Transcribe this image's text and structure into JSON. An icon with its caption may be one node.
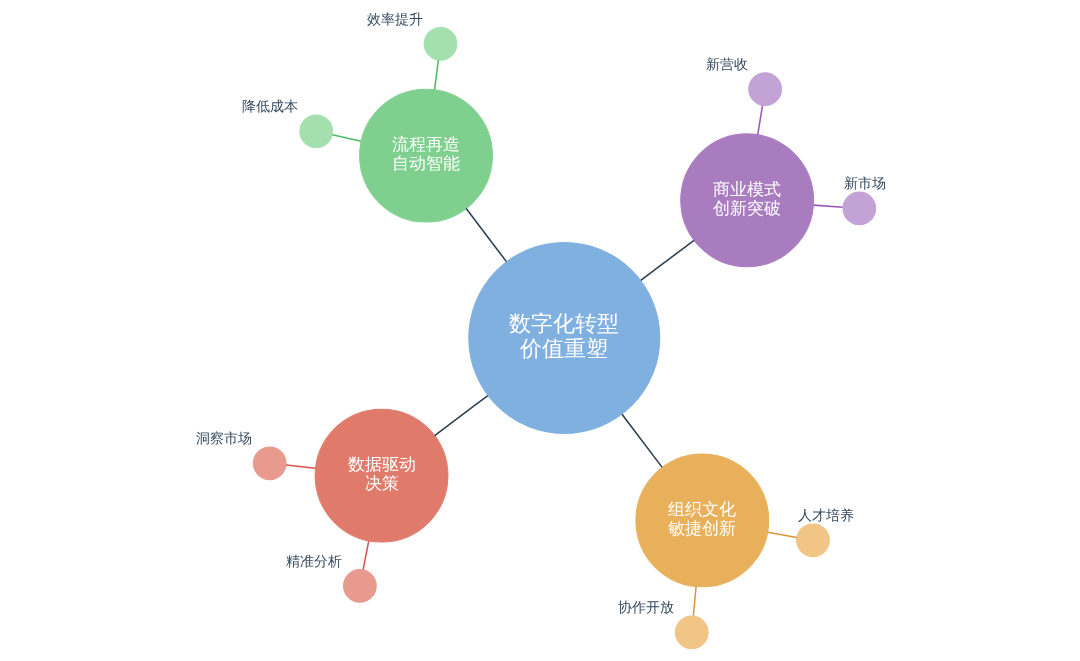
{
  "diagram": {
    "nodes": [
      {
        "text": [
          "数据驱动",
          "决策"
        ]
      },
      {
        "text": [
          "组织文化",
          "敏捷创新"
        ]
      },
      {
        "text": [
          "数字化转型",
          "价值重塑"
        ]
      },
      {
        "text": [
          "流程再造",
          "自动智能"
        ]
      },
      {
        "text": [
          "商业模式",
          "创新突破"
        ]
      },
      {
        "text": [],
        "shape": "circle",
        "beside": [
          "洞察市场"
        ]
      },
      {
        "text": [],
        "shape": "circle",
        "beside": [
          "精准分析"
        ]
      },
      {
        "text": [],
        "shape": "circle",
        "beside": [
          "人才培养"
        ]
      },
      {
        "text": [],
        "shape": "circle",
        "beside": [
          "协作开放"
        ]
      },
      {
        "text": [],
        "shape": "circle",
        "beside": [
          "效率提升"
        ]
      },
      {
        "text": [],
        "shape": "circle",
        "beside": [
          "降低成本"
        ]
      },
      {
        "text": [],
        "shape": "circle",
        "beside": [
          "新营收"
        ]
      },
      {
        "text": [],
        "shape": "circle",
        "beside": [
          "新市场"
        ]
      }
    ],
    "edges": [
      {
        "from": 2,
        "to": 0,
        "arrow": "none",
        "color": "#2c3e50"
      },
      {
        "from": 2,
        "to": 1,
        "arrow": "none",
        "color": "#2c3e50"
      },
      {
        "from": 2,
        "to": 3,
        "arrow": "none",
        "color": "#2c3e50"
      },
      {
        "from": 2,
        "to": 4,
        "arrow": "none",
        "color": "#2c3e50"
      },
      {
        "from": 0,
        "to": 5,
        "arrow": "none",
        "color": "#d9534f"
      },
      {
        "from": 0,
        "to": 6,
        "arrow": "none",
        "color": "#d9534f"
      },
      {
        "from": 1,
        "to": 7,
        "arrow": "none",
        "color": "#e0953a"
      },
      {
        "from": 1,
        "to": 8,
        "arrow": "none",
        "color": "#e0953a"
      },
      {
        "from": 3,
        "to": 9,
        "arrow": "none",
        "color": "#4cbb64"
      },
      {
        "from": 3,
        "to": 10,
        "arrow": "none",
        "color": "#4cbb64"
      },
      {
        "from": 4,
        "to": 11,
        "arrow": "none",
        "color": "#9b59b6"
      },
      {
        "from": 4,
        "to": 12,
        "arrow": "none",
        "color": "#9b59b6"
      }
    ]
  }
}
